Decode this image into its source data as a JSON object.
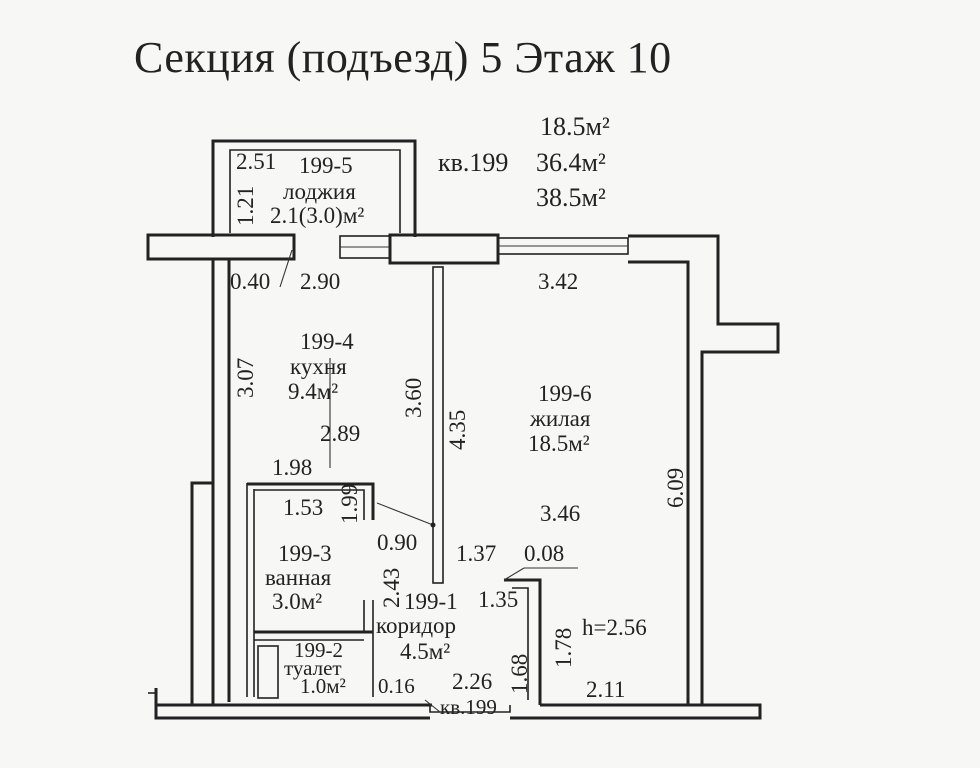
{
  "title": "Секция (подъезд) 5  Этаж 10",
  "apartment": {
    "number_label": "кв.199",
    "area_living": "18.5м²",
    "area_total": "36.4м²",
    "area_total_with_loggia": "38.5м²",
    "bottom_label": "кв.199",
    "ceiling_height": "h=2.56"
  },
  "rooms": {
    "loggia": {
      "code": "199-5",
      "name": "лоджия",
      "area": "2.1(3.0)м²"
    },
    "kitchen": {
      "code": "199-4",
      "name": "кухня",
      "area": "9.4м²"
    },
    "living": {
      "code": "199-6",
      "name": "жилая",
      "area": "18.5м²"
    },
    "bath": {
      "code": "199-3",
      "name": "ванная",
      "area": "3.0м²"
    },
    "corridor": {
      "code": "199-1",
      "name": "коридор",
      "area": "4.5м²"
    },
    "toilet": {
      "code": "199-2",
      "name": "туалет",
      "area": "1.0м²"
    }
  },
  "dimensions": {
    "loggia_width": "2.51",
    "loggia_depth": "1.21",
    "offset_040": "0.40",
    "kitchen_top": "2.90",
    "living_top": "3.42",
    "kitchen_left": "3.07",
    "partition_360": "3.60",
    "partition_435": "4.35",
    "kitchen_inner": "2.89",
    "bath_top": "1.98",
    "bath_inner": "1.53",
    "bath_side": "1.99",
    "door_090": "0.90",
    "living_inner": "3.46",
    "living_right": "6.09",
    "corr_137": "1.37",
    "corr_008": "0.08",
    "bath_height": "2.43",
    "corr_135": "1.35",
    "corr_178": "1.78",
    "corr_168": "1.68",
    "wc_016": "0.16",
    "corr_226": "2.26",
    "living_bottom": "2.11"
  }
}
